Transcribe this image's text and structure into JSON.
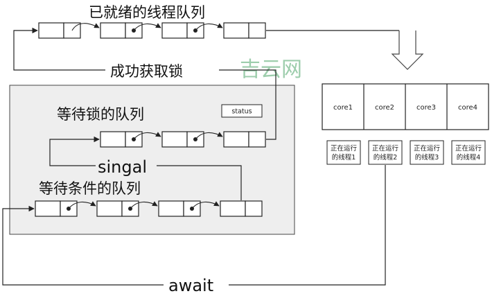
{
  "labels": {
    "ready_queue": "已就绪的线程队列",
    "acquire_lock": "成功获取锁",
    "lock_wait_queue": "等待锁的队列",
    "condition_wait_queue": "等待条件的队列",
    "signal": "singal",
    "await": "await",
    "status": "status",
    "watermark": "吉云网"
  },
  "cores": [
    {
      "name": "core1",
      "thread": [
        "正在运行",
        "的线程1"
      ]
    },
    {
      "name": "core2",
      "thread": [
        "正在运行",
        "的线程2"
      ]
    },
    {
      "name": "core3",
      "thread": [
        "正在运行",
        "的线程3"
      ]
    },
    {
      "name": "core4",
      "thread": [
        "正在运行",
        "的线程4"
      ]
    }
  ],
  "colors": {
    "panel_fill": "#eeeeee",
    "stroke": "#222222",
    "watermark": "#8cc59e"
  },
  "icons": {
    "flow_arrow": "down-arrow-outline-icon"
  }
}
